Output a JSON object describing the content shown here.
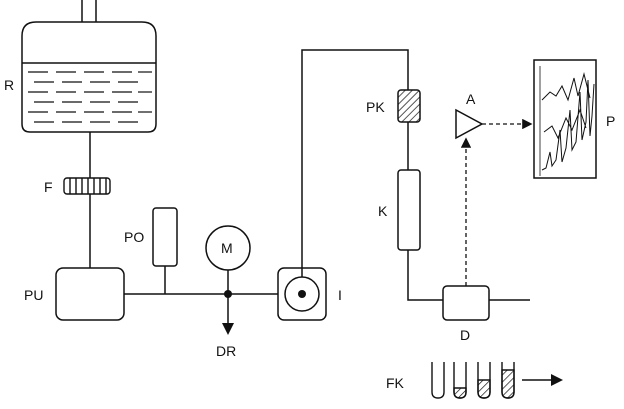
{
  "labels": {
    "reservoir": "R",
    "filter": "F",
    "pump": "PU",
    "pressure_damper": "PO",
    "manometer": "M",
    "drain": "DR",
    "injector": "I",
    "precolumn": "PK",
    "column": "K",
    "detector": "D",
    "amplifier": "A",
    "recorder": "P",
    "fraction_collector": "FK"
  },
  "colors": {
    "line": "#111111",
    "liquid_fill": "#ffffff",
    "hatch": "#111111",
    "background": "#ffffff"
  }
}
